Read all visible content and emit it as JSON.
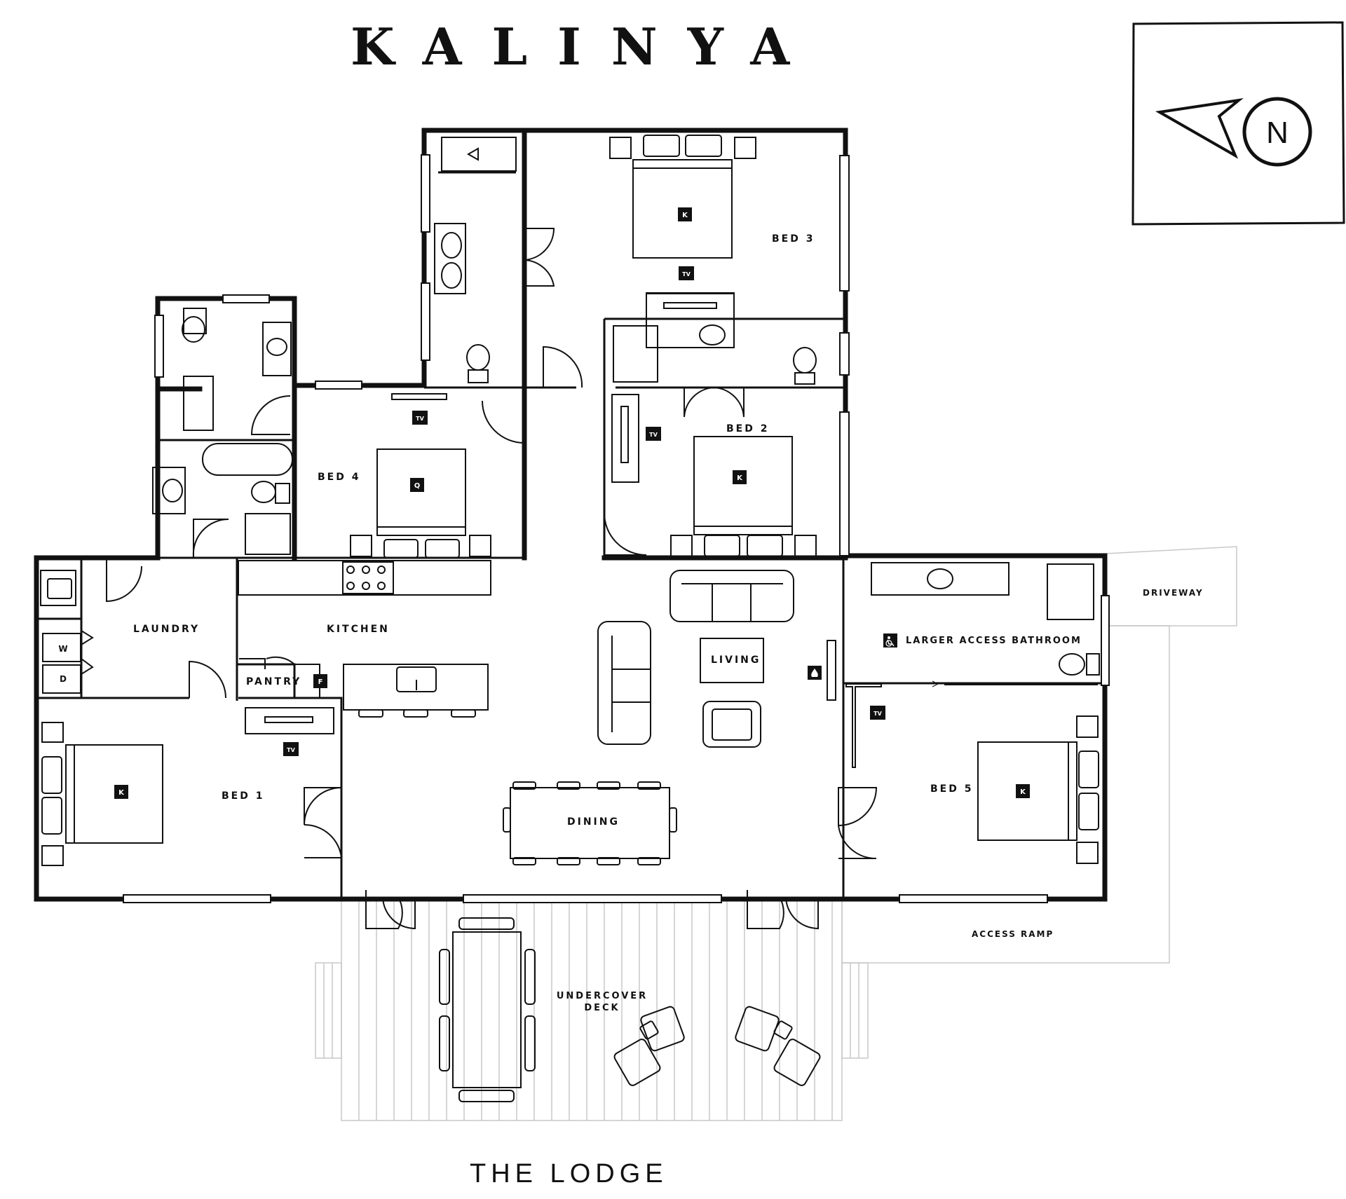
{
  "title": "KALINYA",
  "footer": "THE LODGE",
  "compass": {
    "label": "N",
    "icon": "north-arrow-icon"
  },
  "rooms": {
    "bed1": "BED 1",
    "bed2": "BED 2",
    "bed3": "BED 3",
    "bed4": "BED 4",
    "bed5": "BED 5",
    "laundry": "LAUNDRY",
    "kitchen": "KITCHEN",
    "pantry": "PANTRY",
    "living": "LIVING",
    "dining": "DINING",
    "access_bathroom": "LARGER ACCESS BATHROOM",
    "driveway": "DRIVEWAY",
    "access_ramp": "ACCESS RAMP",
    "deck_line1": "UNDERCOVER",
    "deck_line2": "DECK"
  },
  "badges": {
    "king": "K",
    "queen": "Q",
    "tv": "TV",
    "fridge": "F",
    "washer": "W",
    "dryer": "D"
  },
  "icons": [
    "wheelchair-icon",
    "fireplace-icon",
    "shower-icon",
    "basin-icon",
    "toilet-icon",
    "bathtub-icon",
    "cooktop-icon",
    "sink-icon"
  ],
  "colors": {
    "walls": "#111111",
    "outdoor": "#c8c8c8",
    "background": "#ffffff"
  }
}
